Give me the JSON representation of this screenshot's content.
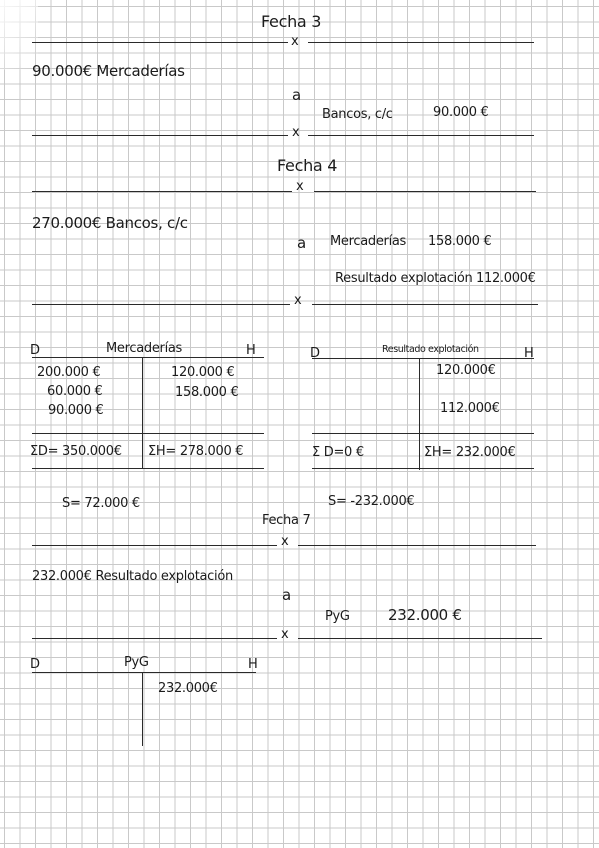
{
  "entry1": {
    "date": "Fecha 3",
    "x": "x",
    "debit": "90.000€ Mercaderías",
    "a": "a",
    "credit_account": "Bancos, c/c",
    "credit_amount": "90.000 €"
  },
  "entry2": {
    "date": "Fecha 4",
    "x": "x",
    "debit": "270.000€ Bancos, c/c",
    "a": "a",
    "credit1_account": "Mercaderías",
    "credit1_amount": "158.000 €",
    "credit2_account": "Resultado explotación",
    "credit2_amount": "112.000€"
  },
  "t_merc": {
    "d": "D",
    "title": "Mercaderías",
    "h": "H",
    "debit": [
      "200.000 €",
      "60.000 €",
      "90.000 €"
    ],
    "credit": [
      "120.000 €",
      "158.000 €"
    ],
    "sum_d": "ΣD= 350.000€",
    "sum_h": "ΣH= 278.000 €",
    "saldo": "S= 72.000 €"
  },
  "t_res": {
    "d": "D",
    "title": "Resultado explotación",
    "h": "H",
    "credit": [
      "120.000€",
      "112.000€"
    ],
    "sum_d": "Σ D=0 €",
    "sum_h": "ΣH= 232.000€",
    "saldo": "S= -232.000€"
  },
  "entry3": {
    "date": "Fecha 7",
    "x": "x",
    "debit": "232.000€ Resultado explotación",
    "a": "a",
    "credit_account": "PyG",
    "credit_amount": "232.000 €"
  },
  "t_pyg": {
    "d": "D",
    "title": "PyG",
    "h": "H",
    "credit": [
      "232.000€"
    ]
  }
}
